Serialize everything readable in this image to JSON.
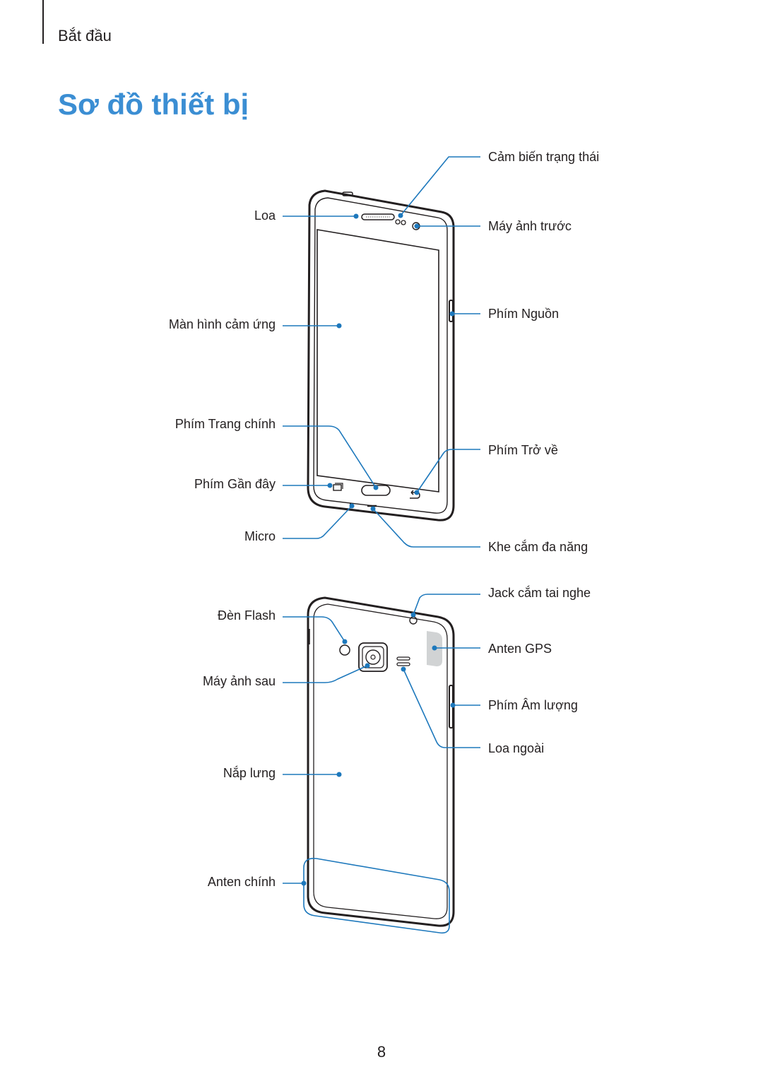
{
  "header": {
    "section": "Bắt đầu",
    "title": "Sơ đồ thiết bị"
  },
  "colors": {
    "accent": "#3b8ed3",
    "callout": "#1d78bc",
    "outline": "#231f20"
  },
  "front": {
    "labels": {
      "proximity_sensor": "Cảm biến trạng thái",
      "speaker": "Loa",
      "front_camera": "Máy ảnh trước",
      "touchscreen": "Màn hình cảm ứng",
      "power_key": "Phím Nguồn",
      "home_key": "Phím Trang chính",
      "back_key": "Phím Trở về",
      "recent_key": "Phím Gần đây",
      "microphone": "Micro",
      "multipurpose_jack": "Khe cắm đa năng"
    }
  },
  "back": {
    "labels": {
      "headset_jack": "Jack cắm tai nghe",
      "flash": "Đèn Flash",
      "gps_antenna": "Anten GPS",
      "rear_camera": "Máy ảnh sau",
      "volume_key": "Phím Âm lượng",
      "external_speaker": "Loa ngoài",
      "back_cover": "Nắp lưng",
      "main_antenna": "Anten chính"
    }
  },
  "footer": {
    "page_number": "8"
  }
}
